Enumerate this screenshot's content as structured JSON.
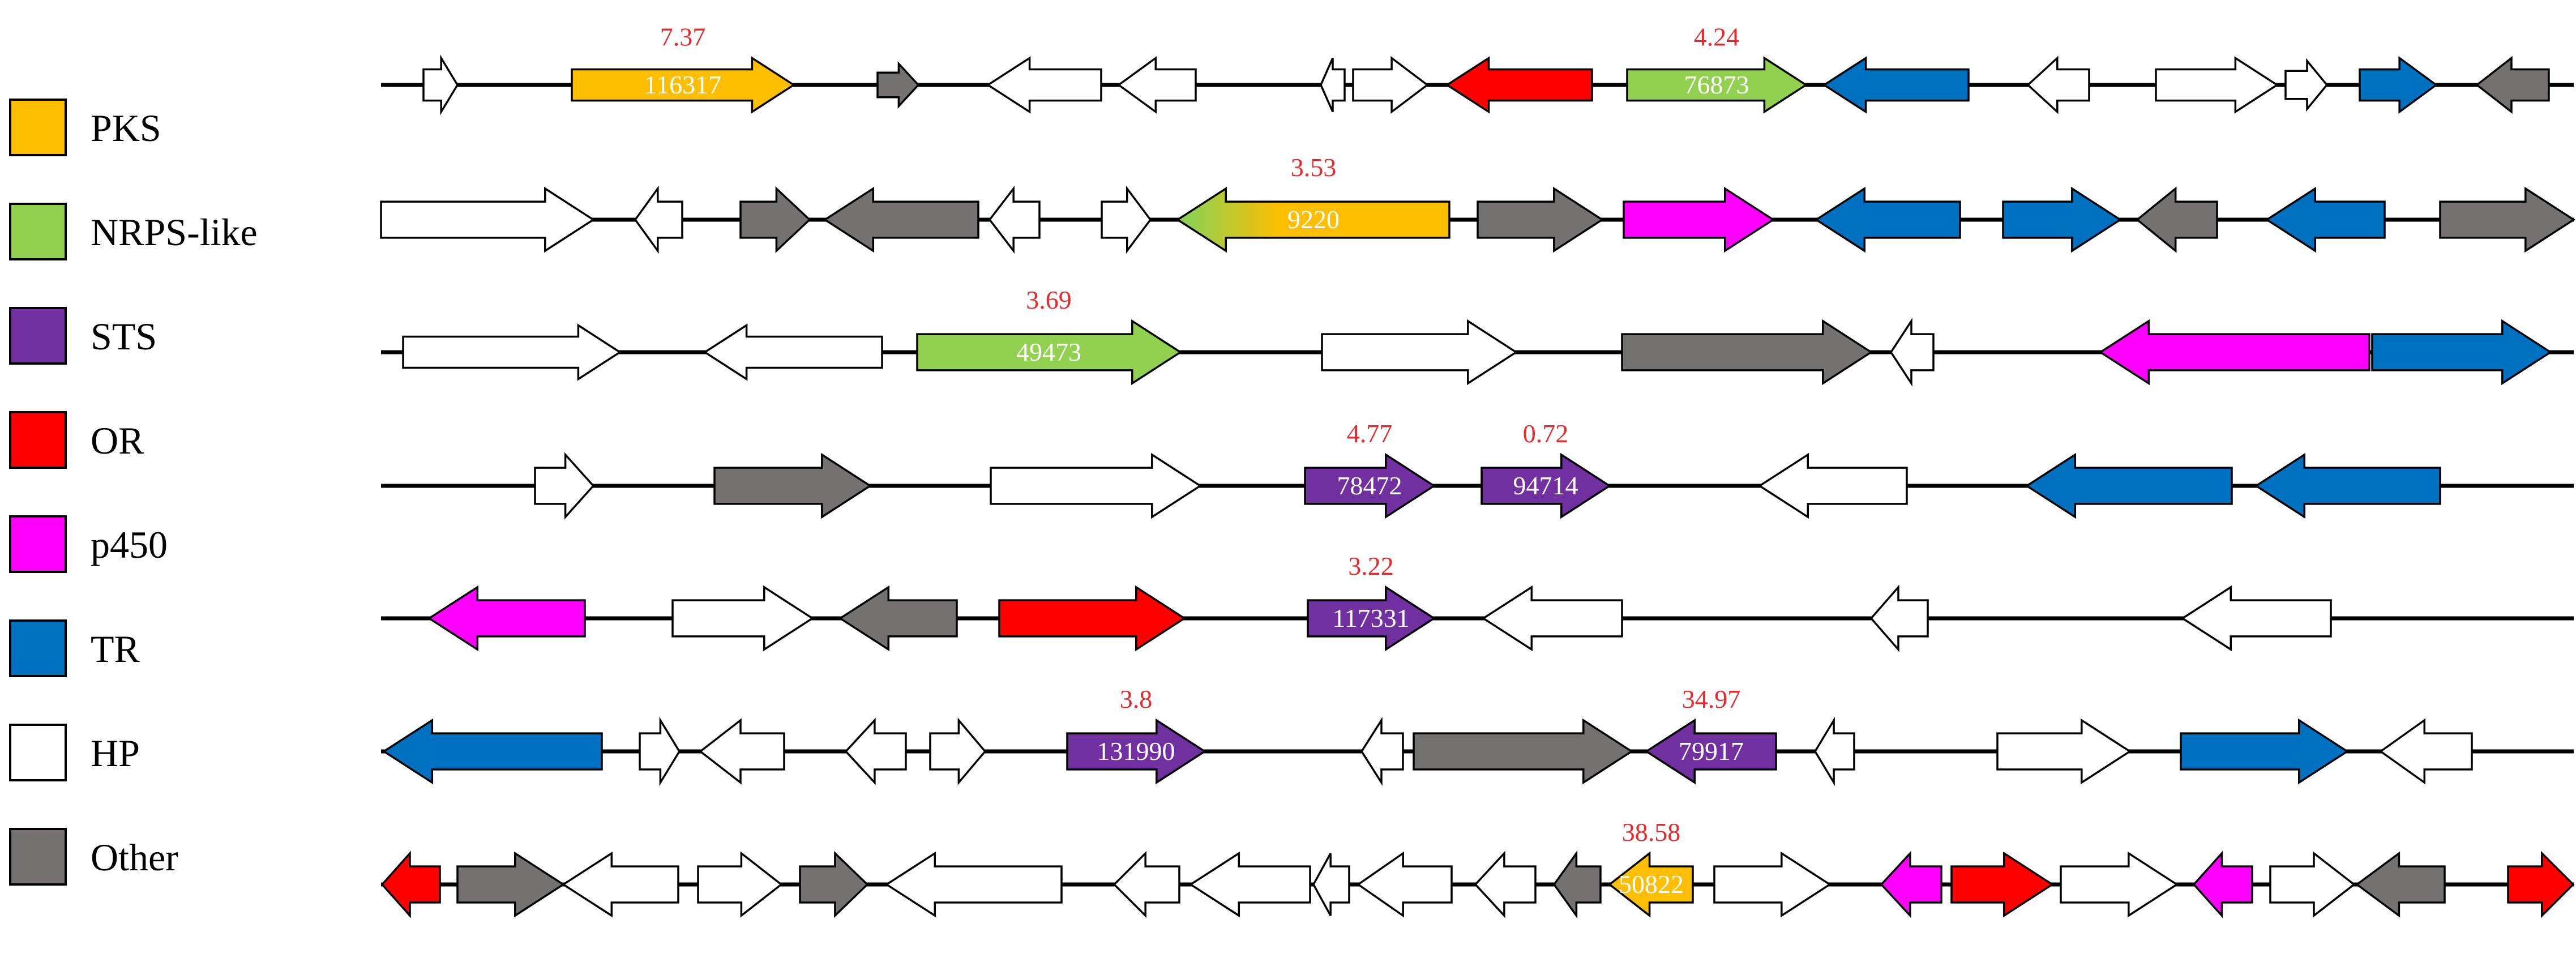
{
  "colors": {
    "PKS": "#FFBE00",
    "NRPS-like": "#92D050",
    "STS": "#7030A0",
    "OR": "#FF0000",
    "p450": "#FF00FF",
    "TR": "#0070C0",
    "HP": "#FFFFFF",
    "Other": "#767171",
    "expression_value_text": "#E8282B",
    "gene_id_text": "#FFFFFF",
    "outline": "#000000"
  },
  "legend": [
    {
      "category": "PKS",
      "label": "PKS"
    },
    {
      "category": "NRPS-like",
      "label": "NRPS-like"
    },
    {
      "category": "STS",
      "label": "STS"
    },
    {
      "category": "OR",
      "label": "OR"
    },
    {
      "category": "p450",
      "label": "p450"
    },
    {
      "category": "TR",
      "label": "TR"
    },
    {
      "category": "HP",
      "label": "HP"
    },
    {
      "category": "Other",
      "label": "Other"
    }
  ],
  "clusters": [
    {
      "genes": [
        {
          "category": "HP",
          "strand": "+"
        },
        {
          "category": "PKS",
          "strand": "+",
          "gene_id": "116317",
          "value": "7.37"
        },
        {
          "category": "Other",
          "strand": "+"
        },
        {
          "category": "HP",
          "strand": "-"
        },
        {
          "category": "HP",
          "strand": "-"
        },
        {
          "category": "HP",
          "strand": "-"
        },
        {
          "category": "HP",
          "strand": "+"
        },
        {
          "category": "OR",
          "strand": "-"
        },
        {
          "category": "NRPS-like",
          "strand": "+",
          "gene_id": "76873",
          "value": "4.24"
        },
        {
          "category": "TR",
          "strand": "-"
        },
        {
          "category": "HP",
          "strand": "-"
        },
        {
          "category": "HP",
          "strand": "+"
        },
        {
          "category": "HP",
          "strand": "+"
        },
        {
          "category": "TR",
          "strand": "+"
        },
        {
          "category": "Other",
          "strand": "-"
        }
      ]
    },
    {
      "genes": [
        {
          "category": "HP",
          "strand": "+"
        },
        {
          "category": "HP",
          "strand": "-"
        },
        {
          "category": "Other",
          "strand": "+"
        },
        {
          "category": "Other",
          "strand": "-"
        },
        {
          "category": "HP",
          "strand": "-"
        },
        {
          "category": "HP",
          "strand": "+"
        },
        {
          "category": "NRPS-like/PKS",
          "strand": "-",
          "gene_id": "9220",
          "value": "3.53"
        },
        {
          "category": "Other",
          "strand": "+"
        },
        {
          "category": "p450",
          "strand": "+"
        },
        {
          "category": "TR",
          "strand": "-"
        },
        {
          "category": "TR",
          "strand": "+"
        },
        {
          "category": "Other",
          "strand": "-"
        },
        {
          "category": "TR",
          "strand": "-"
        },
        {
          "category": "Other",
          "strand": "+"
        }
      ]
    },
    {
      "genes": [
        {
          "category": "HP",
          "strand": "+"
        },
        {
          "category": "HP",
          "strand": "-"
        },
        {
          "category": "NRPS-like",
          "strand": "+",
          "gene_id": "49473",
          "value": "3.69"
        },
        {
          "category": "HP",
          "strand": "+"
        },
        {
          "category": "Other",
          "strand": "+"
        },
        {
          "category": "HP",
          "strand": "-"
        },
        {
          "category": "p450",
          "strand": "-"
        },
        {
          "category": "TR",
          "strand": "+"
        }
      ]
    },
    {
      "genes": [
        {
          "category": "HP",
          "strand": "+"
        },
        {
          "category": "Other",
          "strand": "+"
        },
        {
          "category": "HP",
          "strand": "+"
        },
        {
          "category": "STS",
          "strand": "+",
          "gene_id": "78472",
          "value": "4.77"
        },
        {
          "category": "STS",
          "strand": "+",
          "gene_id": "94714",
          "value": "0.72"
        },
        {
          "category": "HP",
          "strand": "-"
        },
        {
          "category": "TR",
          "strand": "-"
        },
        {
          "category": "TR",
          "strand": "-"
        }
      ]
    },
    {
      "genes": [
        {
          "category": "p450",
          "strand": "-"
        },
        {
          "category": "HP",
          "strand": "+"
        },
        {
          "category": "Other",
          "strand": "-"
        },
        {
          "category": "OR",
          "strand": "+"
        },
        {
          "category": "STS",
          "strand": "+",
          "gene_id": "117331",
          "value": "3.22"
        },
        {
          "category": "HP",
          "strand": "-"
        },
        {
          "category": "HP",
          "strand": "-"
        },
        {
          "category": "HP",
          "strand": "-"
        }
      ]
    },
    {
      "genes": [
        {
          "category": "TR",
          "strand": "-"
        },
        {
          "category": "HP",
          "strand": "+"
        },
        {
          "category": "HP",
          "strand": "-"
        },
        {
          "category": "HP",
          "strand": "-"
        },
        {
          "category": "HP",
          "strand": "+"
        },
        {
          "category": "STS",
          "strand": "+",
          "gene_id": "131990",
          "value": "3.8"
        },
        {
          "category": "HP",
          "strand": "-"
        },
        {
          "category": "Other",
          "strand": "+"
        },
        {
          "category": "STS",
          "strand": "-",
          "gene_id": "79917",
          "value": "34.97"
        },
        {
          "category": "HP",
          "strand": "-"
        },
        {
          "category": "HP",
          "strand": "+"
        },
        {
          "category": "TR",
          "strand": "+"
        },
        {
          "category": "HP",
          "strand": "-"
        }
      ]
    },
    {
      "genes": [
        {
          "category": "OR",
          "strand": "-"
        },
        {
          "category": "Other",
          "strand": "+"
        },
        {
          "category": "HP",
          "strand": "-"
        },
        {
          "category": "HP",
          "strand": "+"
        },
        {
          "category": "Other",
          "strand": "+"
        },
        {
          "category": "HP",
          "strand": "-"
        },
        {
          "category": "HP",
          "strand": "-"
        },
        {
          "category": "HP",
          "strand": "-"
        },
        {
          "category": "HP",
          "strand": "-"
        },
        {
          "category": "HP",
          "strand": "-"
        },
        {
          "category": "HP",
          "strand": "-"
        },
        {
          "category": "Other",
          "strand": "-"
        },
        {
          "category": "PKS",
          "strand": "-",
          "gene_id": "50822",
          "value": "38.58"
        },
        {
          "category": "HP",
          "strand": "+"
        },
        {
          "category": "p450",
          "strand": "-"
        },
        {
          "category": "OR",
          "strand": "+"
        },
        {
          "category": "HP",
          "strand": "+"
        },
        {
          "category": "p450",
          "strand": "-"
        },
        {
          "category": "HP",
          "strand": "+"
        },
        {
          "category": "Other",
          "strand": "-"
        },
        {
          "category": "OR",
          "strand": "+"
        }
      ]
    }
  ]
}
